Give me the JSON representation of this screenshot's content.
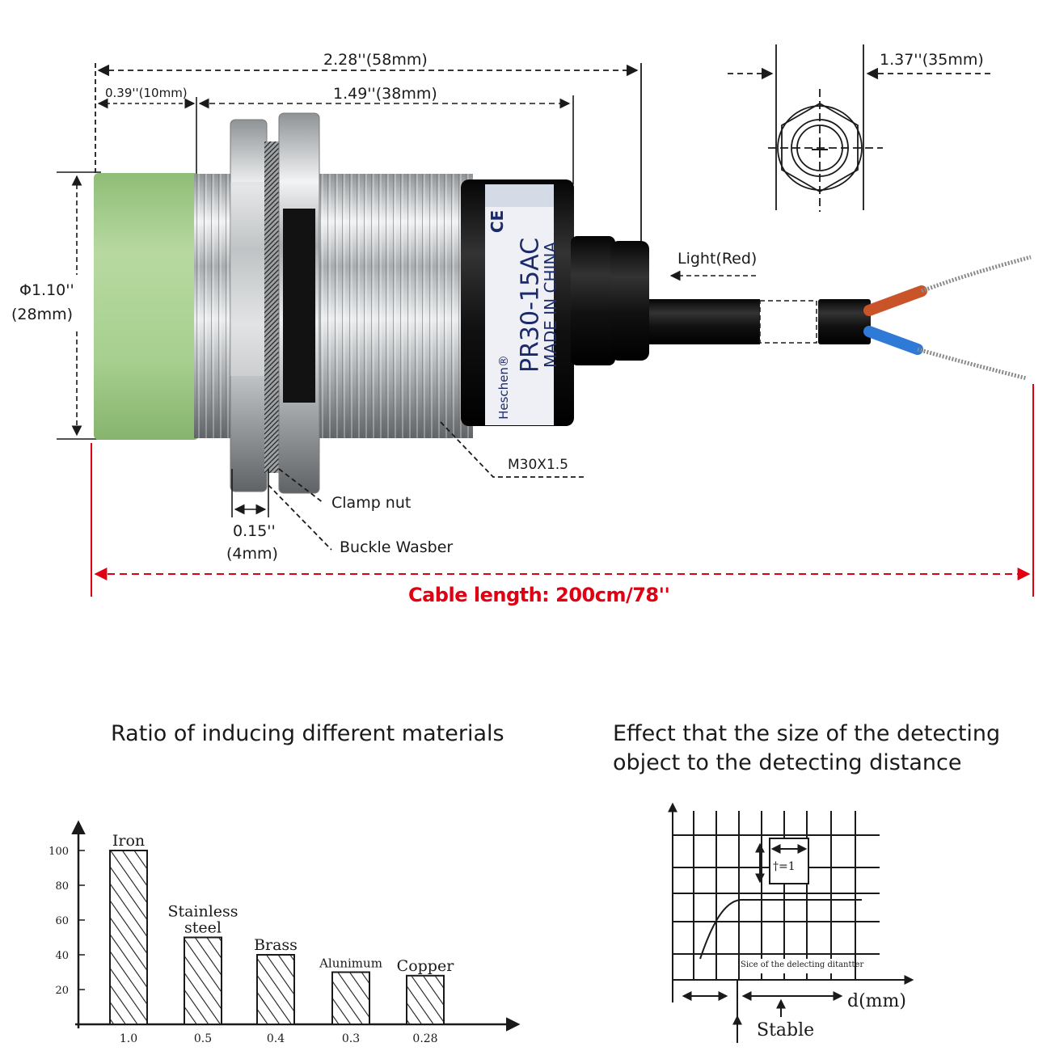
{
  "dimensions": {
    "total_length": "2.28''(58mm)",
    "sensing_face": "0.39''(10mm)",
    "thread_length": "1.49''(38mm)",
    "nut_width": "1.37''(35mm)",
    "diameter_line1": "Φ1.10''",
    "diameter_line2": "(28mm)",
    "nut_thickness_line1": "0.15''",
    "nut_thickness_line2": "(4mm)"
  },
  "callouts": {
    "light": "Light(Red)",
    "thread": "M30X1.5",
    "clamp_nut": "Clamp nut",
    "washer": "Buckle Wasber"
  },
  "label_band": {
    "model": "PR30-15AC",
    "origin": "MADE IN CHINA",
    "ce_mark": "CE",
    "brand": "Heschen®"
  },
  "cable_length": "Cable length: 200cm/78''",
  "materials_chart": {
    "title": "Ratio of inducing different materials"
  },
  "size_chart": {
    "title_line1": "Effect that the size of the detecting",
    "title_line2": "object to the detecting distance",
    "unit_label": "†=1",
    "inner_caption": "Sice of the delecting ditantter",
    "x_label": "d(mm)",
    "stable_label": "Stable"
  },
  "chart_data": {
    "type": "bar",
    "title": "Ratio of inducing different materials",
    "categories": [
      "Iron",
      "Stainless steel",
      "Brass",
      "Alunimum",
      "Copper"
    ],
    "category_lines": [
      [
        "Iron"
      ],
      [
        "Stainless",
        "steel"
      ],
      [
        "Brass"
      ],
      [
        "Alunimum"
      ],
      [
        "Copper"
      ]
    ],
    "x_ticks": [
      "1.0",
      "0.5",
      "0.4",
      "0.3",
      "0.28"
    ],
    "values": [
      100,
      50,
      40,
      30,
      28
    ],
    "y_ticks": [
      20,
      40,
      60,
      80,
      100
    ],
    "ylim": [
      0,
      110
    ],
    "colors": {
      "stroke": "#1a1a1a",
      "hatch": "#1a1a1a"
    }
  },
  "colors": {
    "sensor_face": "#a9cf90",
    "chrome": "#c9ccce",
    "body_black": "#151515",
    "wire_red": "#c9542a",
    "wire_blue": "#2f7ad6",
    "cable_dim_line": "#e00012"
  }
}
